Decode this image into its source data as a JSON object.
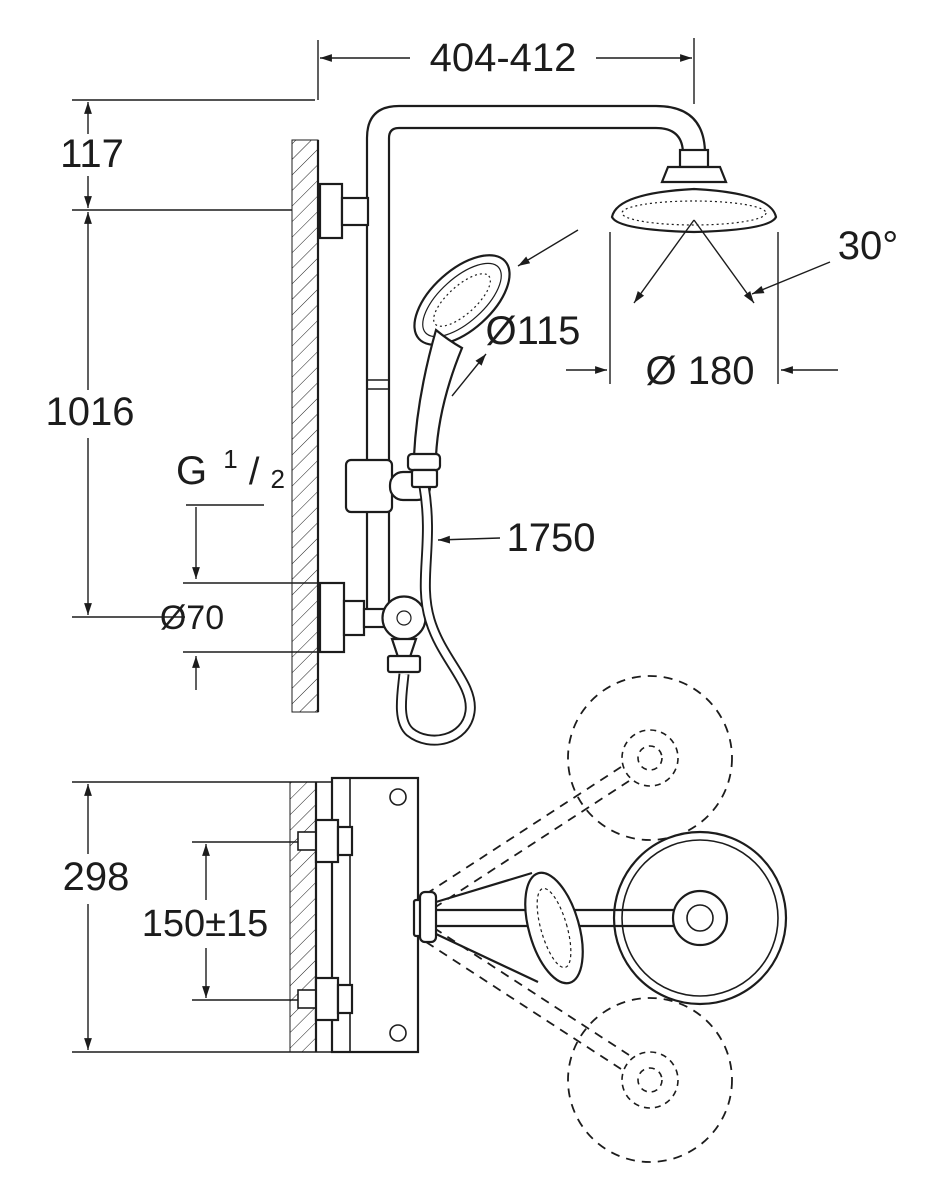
{
  "drawing": {
    "colors": {
      "line": "#1c1c1c",
      "background": "#ffffff"
    },
    "dimensions": {
      "top_width": "404-412",
      "offset_top": "117",
      "riser_height": "1016",
      "spray_angle": "30°",
      "hand_shower_diameter": "Ø115",
      "head_diameter": "Ø 180",
      "hose_length": "1750",
      "thread_g": "G",
      "thread_numerator": "1",
      "thread_slash": "/",
      "thread_denominator": "2",
      "escutcheon_diameter": "Ø70",
      "plan_depth": "298",
      "supply_spacing": "150±15"
    }
  }
}
